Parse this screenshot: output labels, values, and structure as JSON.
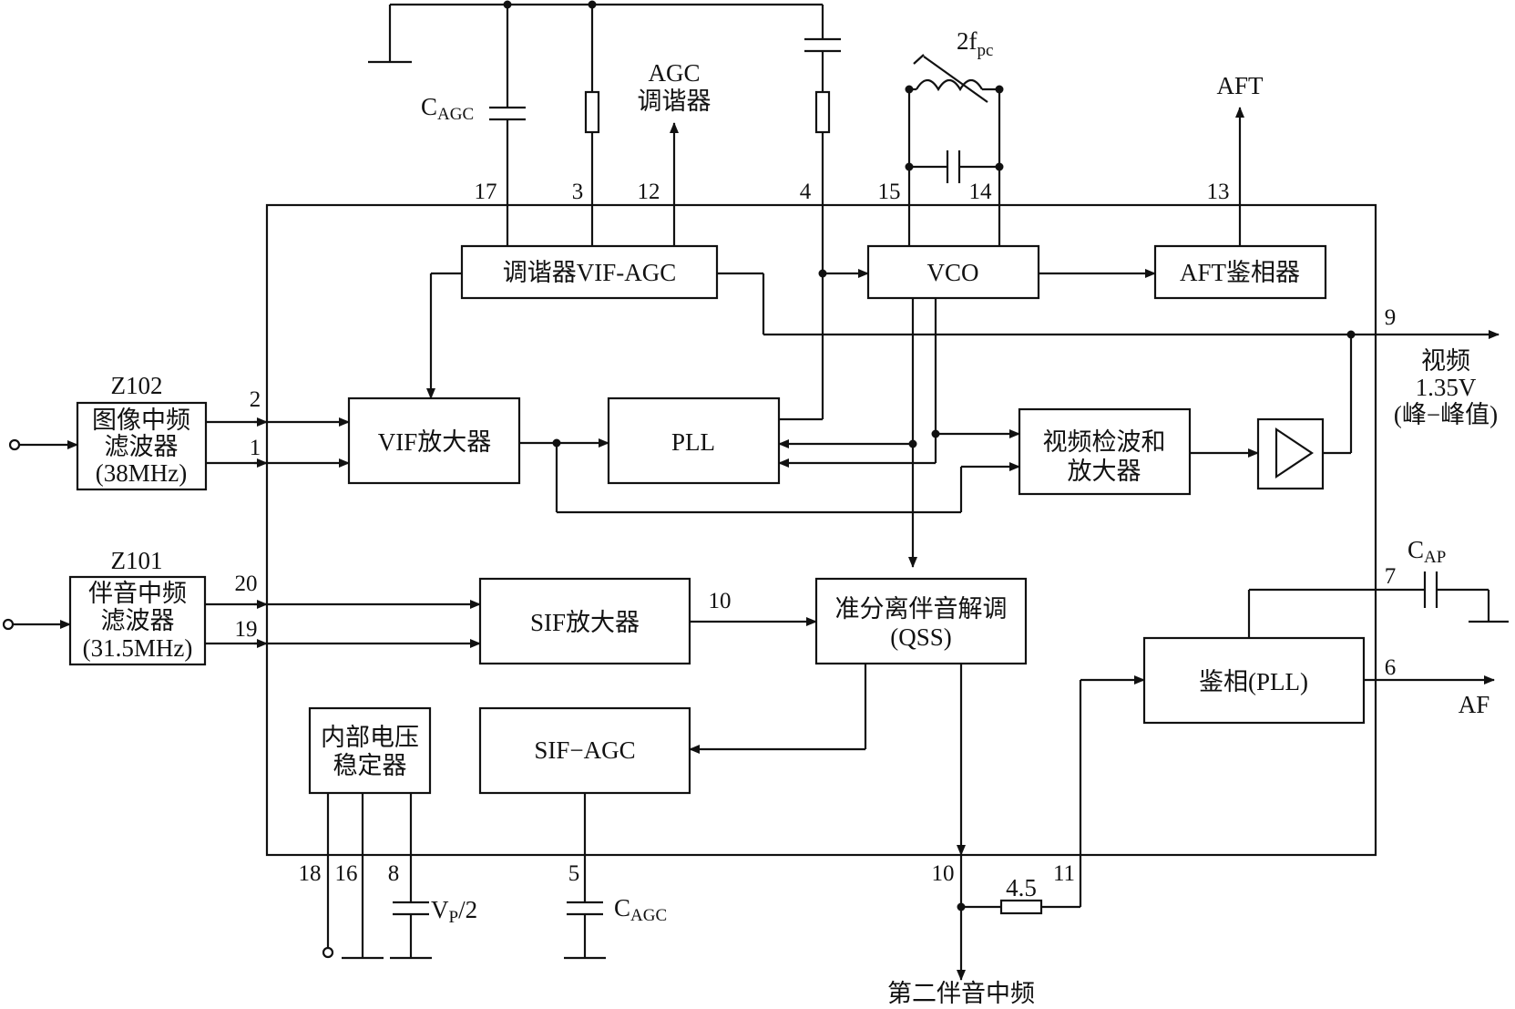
{
  "blocks": {
    "tuner_agc": "调谐器VIF-AGC",
    "vco": "VCO",
    "aft_detector": "AFT鉴相器",
    "vif_amp": "VIF放大器",
    "pll": "PLL",
    "video_det_line1": "视频检波和",
    "video_det_line2": "放大器",
    "sif_amp": "SIF放大器",
    "qss_line1": "准分离伴音解调",
    "qss_line2": "(QSS)",
    "sif_agc": "SIF−AGC",
    "regulator_line1": "内部电压",
    "regulator_line2": "稳定器",
    "phase_det": "鉴相(PLL)"
  },
  "filters": {
    "z102_name": "Z102",
    "z102_line1": "图像中频",
    "z102_line2": "滤波器",
    "z102_line3": "(38MHz)",
    "z101_name": "Z101",
    "z101_line1": "伴音中频",
    "z101_line2": "滤波器",
    "z101_line3": "(31.5MHz)"
  },
  "pins": {
    "p17": "17",
    "p3": "3",
    "p12": "12",
    "p4": "4",
    "p15": "15",
    "p14": "14",
    "p13": "13",
    "p9": "9",
    "p2": "2",
    "p1": "1",
    "p20": "20",
    "p19": "19",
    "p10_internal": "10",
    "p7": "7",
    "p6": "6",
    "p18": "18",
    "p16": "16",
    "p8": "8",
    "p5": "5",
    "p10": "10",
    "p11": "11"
  },
  "labels": {
    "cagc_top_main": "C",
    "cagc_top_sub": "AGC",
    "agc_tuner_line1": "AGC",
    "agc_tuner_line2": "调谐器",
    "two_fpc_main": "2f",
    "two_fpc_sub": "pc",
    "aft_out": "AFT",
    "video_line1": "视频",
    "video_line2": "1.35V",
    "video_line3": "(峰−峰值)",
    "cap_main": "C",
    "cap_sub": "AP",
    "af_out": "AF",
    "vp_main": "V",
    "vp_sub": "P",
    "vp_tail": "/2",
    "cagc_bottom_main": "C",
    "cagc_bottom_sub": "AGC",
    "resistor_value": "4.5",
    "second_sound_if": "第二伴音中频"
  }
}
